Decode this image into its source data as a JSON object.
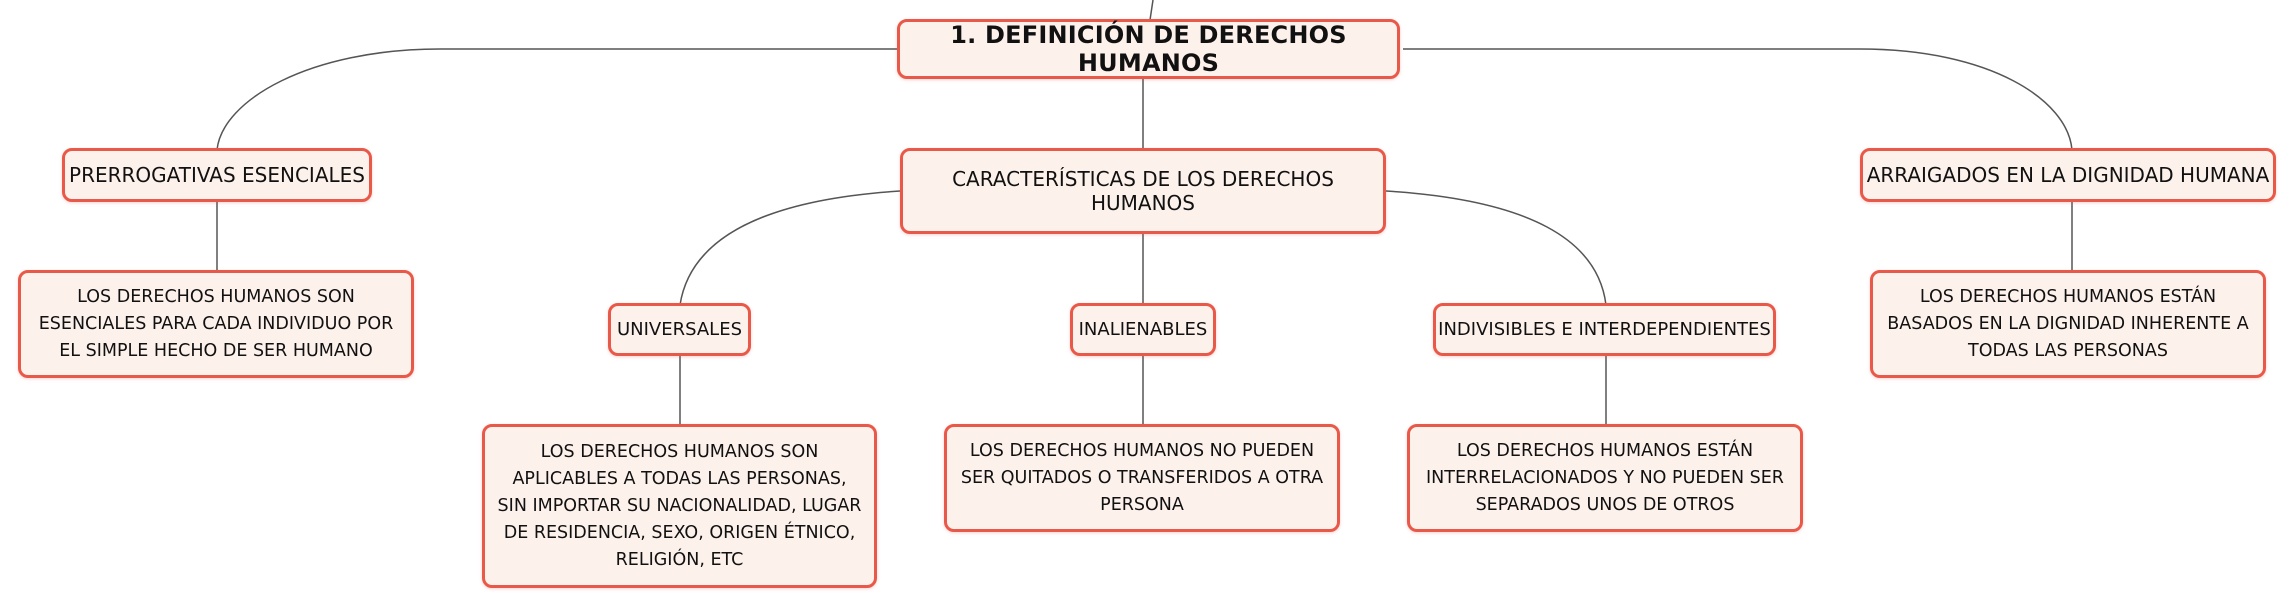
{
  "colors": {
    "node_border": "#e8594a",
    "node_fill": "#fdf1ec",
    "connector": "#555555",
    "text": "#111111"
  },
  "root": {
    "label": "1. DEFINICIÓN DE DERECHOS HUMANOS"
  },
  "branches": {
    "prerrogativas": {
      "label": "PRERROGATIVAS ESENCIALES",
      "detail": "LOS DERECHOS HUMANOS SON ESENCIALES PARA CADA INDIVIDUO POR EL SIMPLE HECHO DE SER HUMANO"
    },
    "caracteristicas": {
      "label": "CARACTERÍSTICAS DE LOS DERECHOS HUMANOS",
      "universales": {
        "label": "UNIVERSALES",
        "detail": "LOS DERECHOS HUMANOS SON APLICABLES A TODAS LAS PERSONAS, SIN IMPORTAR SU NACIONALIDAD, LUGAR DE RESIDENCIA, SEXO, ORIGEN ÉTNICO, RELIGIÓN, ETC"
      },
      "inalienables": {
        "label": "INALIENABLES",
        "detail": "LOS DERECHOS HUMANOS NO PUEDEN SER QUITADOS O TRANSFERIDOS A OTRA PERSONA"
      },
      "indivisibles": {
        "label": "INDIVISIBLES E INTERDEPENDIENTES",
        "detail": "LOS DERECHOS HUMANOS ESTÁN INTERRELACIONADOS Y NO PUEDEN SER SEPARADOS UNOS DE OTROS"
      }
    },
    "arraigados": {
      "label": "ARRAIGADOS EN LA DIGNIDAD HUMANA",
      "detail": "LOS DERECHOS HUMANOS ESTÁN BASADOS EN LA DIGNIDAD INHERENTE A TODAS LAS PERSONAS"
    }
  }
}
